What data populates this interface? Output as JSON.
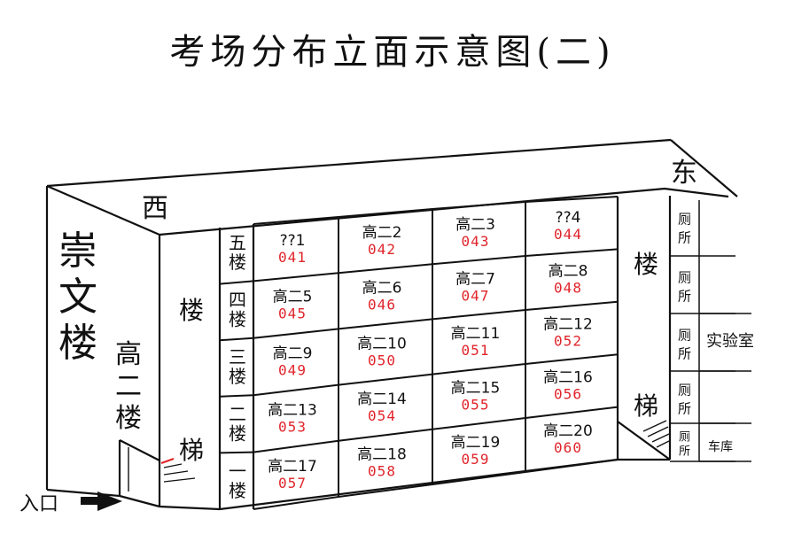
{
  "title": "考场分布立面示意图(二)",
  "directions": {
    "west": "西",
    "east": "东"
  },
  "building": {
    "name": "崇文楼",
    "sub": "高二楼"
  },
  "west_stair": {
    "top": "楼",
    "bottom": "梯"
  },
  "east_stair": {
    "top": "楼",
    "bottom": "梯"
  },
  "floors": [
    {
      "label": "五楼",
      "rooms": [
        {
          "name": "??1",
          "num": "041"
        },
        {
          "name": "高二2",
          "num": "042"
        },
        {
          "name": "高二3",
          "num": "043"
        },
        {
          "name": "??4",
          "num": "044"
        }
      ]
    },
    {
      "label": "四楼",
      "rooms": [
        {
          "name": "高二5",
          "num": "045"
        },
        {
          "name": "高二6",
          "num": "046"
        },
        {
          "name": "高二7",
          "num": "047"
        },
        {
          "name": "高二8",
          "num": "048"
        }
      ]
    },
    {
      "label": "三楼",
      "rooms": [
        {
          "name": "高二9",
          "num": "049"
        },
        {
          "name": "高二10",
          "num": "050"
        },
        {
          "name": "高二11",
          "num": "051"
        },
        {
          "name": "高二12",
          "num": "052"
        }
      ]
    },
    {
      "label": "二楼",
      "rooms": [
        {
          "name": "高二13",
          "num": "053"
        },
        {
          "name": "高二14",
          "num": "054"
        },
        {
          "name": "高二15",
          "num": "055"
        },
        {
          "name": "高二16",
          "num": "056"
        }
      ]
    },
    {
      "label": "一楼",
      "rooms": [
        {
          "name": "高二17",
          "num": "057"
        },
        {
          "name": "高二18",
          "num": "058"
        },
        {
          "name": "高二19",
          "num": "059"
        },
        {
          "name": "高二20",
          "num": "060"
        }
      ]
    }
  ],
  "toilets": [
    "厕所",
    "厕所",
    "厕所",
    "厕所",
    "厕所"
  ],
  "east_labels": {
    "lab": "实验室",
    "garage": "车库"
  },
  "entrance": {
    "label": "入口",
    "icon": "arrow-right-icon"
  },
  "colors": {
    "room_number": "#e0242b",
    "line": "#111111"
  }
}
